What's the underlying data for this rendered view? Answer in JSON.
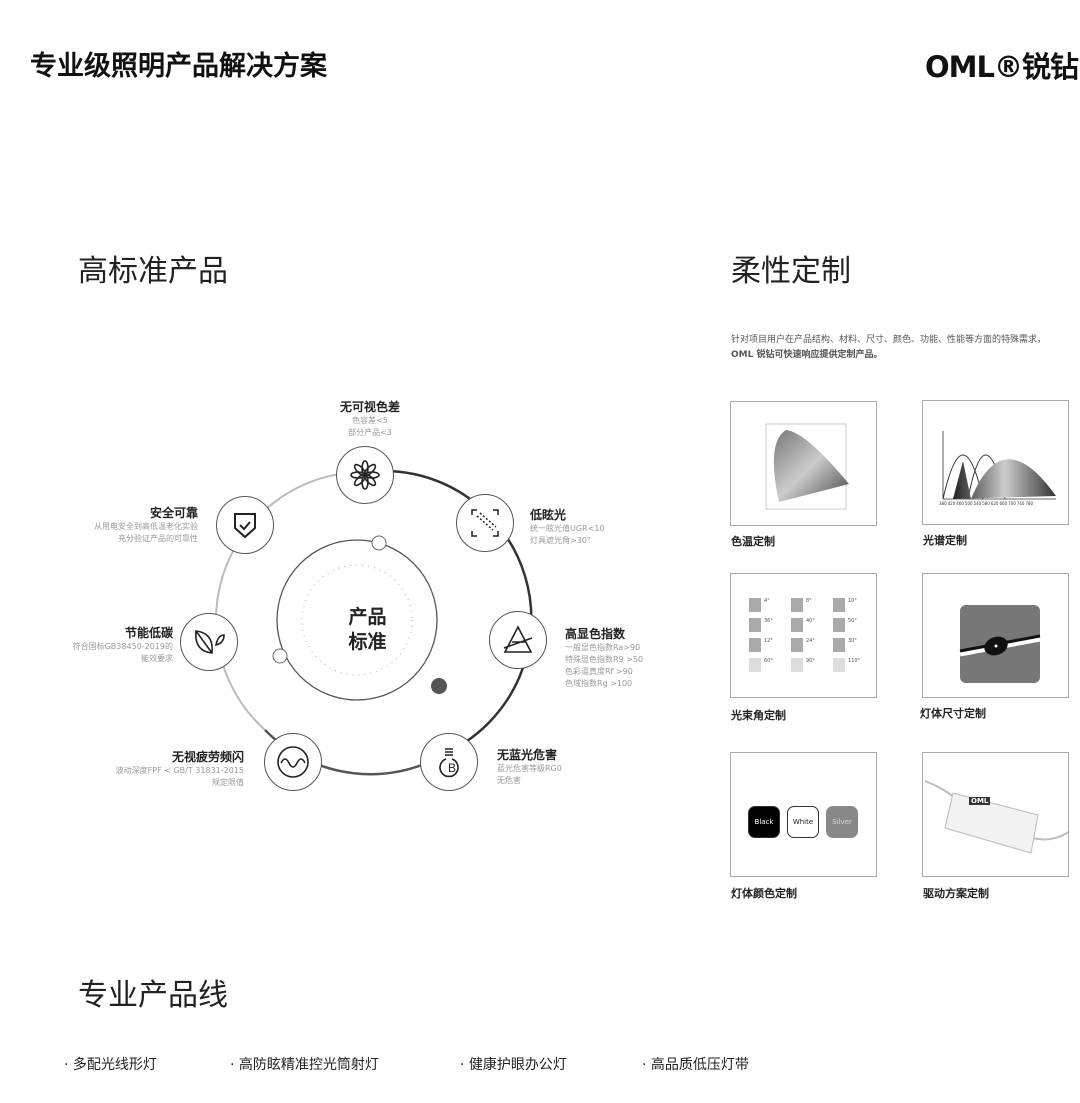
{
  "header": {
    "title": "专业级照明产品解决方案",
    "logo": "OML®锐钻"
  },
  "standards": {
    "heading": "高标准产品",
    "center": [
      "产品",
      "标准"
    ],
    "features": [
      {
        "title": "无可视色差",
        "desc": [
          "色容差<5",
          "部分产品<3"
        ],
        "icon": "flower-icon"
      },
      {
        "title": "低眩光",
        "desc": [
          "统一眩光值UGR<10",
          "灯具遮光角>30°"
        ],
        "icon": "anti-glare-icon"
      },
      {
        "title": "高显色指数",
        "desc": [
          "一般显色指数Ra>90",
          "特殊显色指数R9 >50",
          "色彩逼真度Rf >90",
          "色域指数Rg >100"
        ],
        "icon": "prism-icon"
      },
      {
        "title": "无蓝光危害",
        "desc": [
          "蓝光危害等级RG0",
          "无危害"
        ],
        "icon": "bulb-b-icon"
      },
      {
        "title": "无视疲劳频闪",
        "desc": [
          "波动深度FPF < GB/T 31831-2015",
          "规定限值"
        ],
        "icon": "wave-icon"
      },
      {
        "title": "节能低碳",
        "desc": [
          "符合国标GB38450-2019的",
          "能效要求"
        ],
        "icon": "leaf-icon"
      },
      {
        "title": "安全可靠",
        "desc": [
          "从用电安全到高低温老化实验",
          "充分验证产品的可靠性"
        ],
        "icon": "shield-check-icon"
      }
    ]
  },
  "custom": {
    "heading": "柔性定制",
    "desc": [
      "针对项目用户在产品结构、材料、尺寸、颜色、功能、性能等方面的特殊需求，",
      "OML 锐钻可快速响应提供定制产品。"
    ],
    "cards": [
      {
        "label": "色温定制"
      },
      {
        "label": "光谱定制",
        "ticks": [
          "380",
          "420",
          "460",
          "500",
          "540",
          "580",
          "620",
          "660",
          "700",
          "740",
          "780"
        ]
      },
      {
        "label": "光束角定制",
        "angles": [
          "4°",
          "8°",
          "10°",
          "36°",
          "40°",
          "50°",
          "12°",
          "24°",
          "30°",
          "60°",
          "90°",
          "110°"
        ]
      },
      {
        "label": "灯体尺寸定制"
      },
      {
        "label": "灯体颜色定制",
        "swatches": [
          "Black",
          "White",
          "Silver"
        ]
      },
      {
        "label": "驱动方案定制",
        "driver_brand": "OML"
      }
    ]
  },
  "lines": {
    "heading": "专业产品线",
    "items": [
      "· 多配光线形灯",
      "· 高防眩精准控光筒射灯",
      "· 健康护眼办公灯",
      "· 高品质低压灯带"
    ]
  }
}
